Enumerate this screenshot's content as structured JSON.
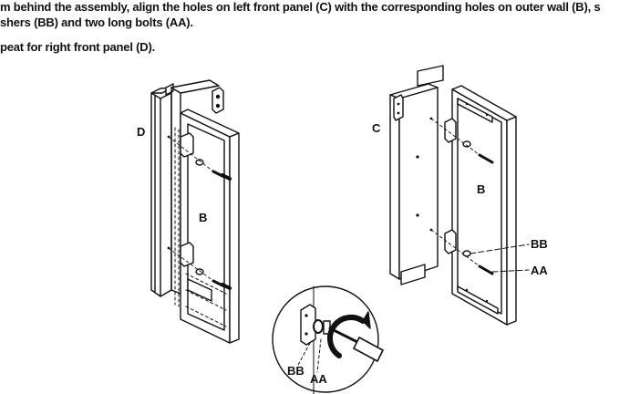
{
  "instructions": {
    "line1": "m behind the assembly, align the holes on left front panel (C) with the corresponding holes on outer wall (B), s",
    "line2": "shers (BB) and two long bolts (AA).",
    "line3": "peat for right front panel (D)."
  },
  "labels": {
    "panel_d": "D",
    "wall_b_left": "B",
    "panel_c": "C",
    "wall_b_right": "B",
    "washer_callout": "BB",
    "bolt_callout": "AA",
    "detail_washer": "BB",
    "detail_bolt": "AA"
  }
}
